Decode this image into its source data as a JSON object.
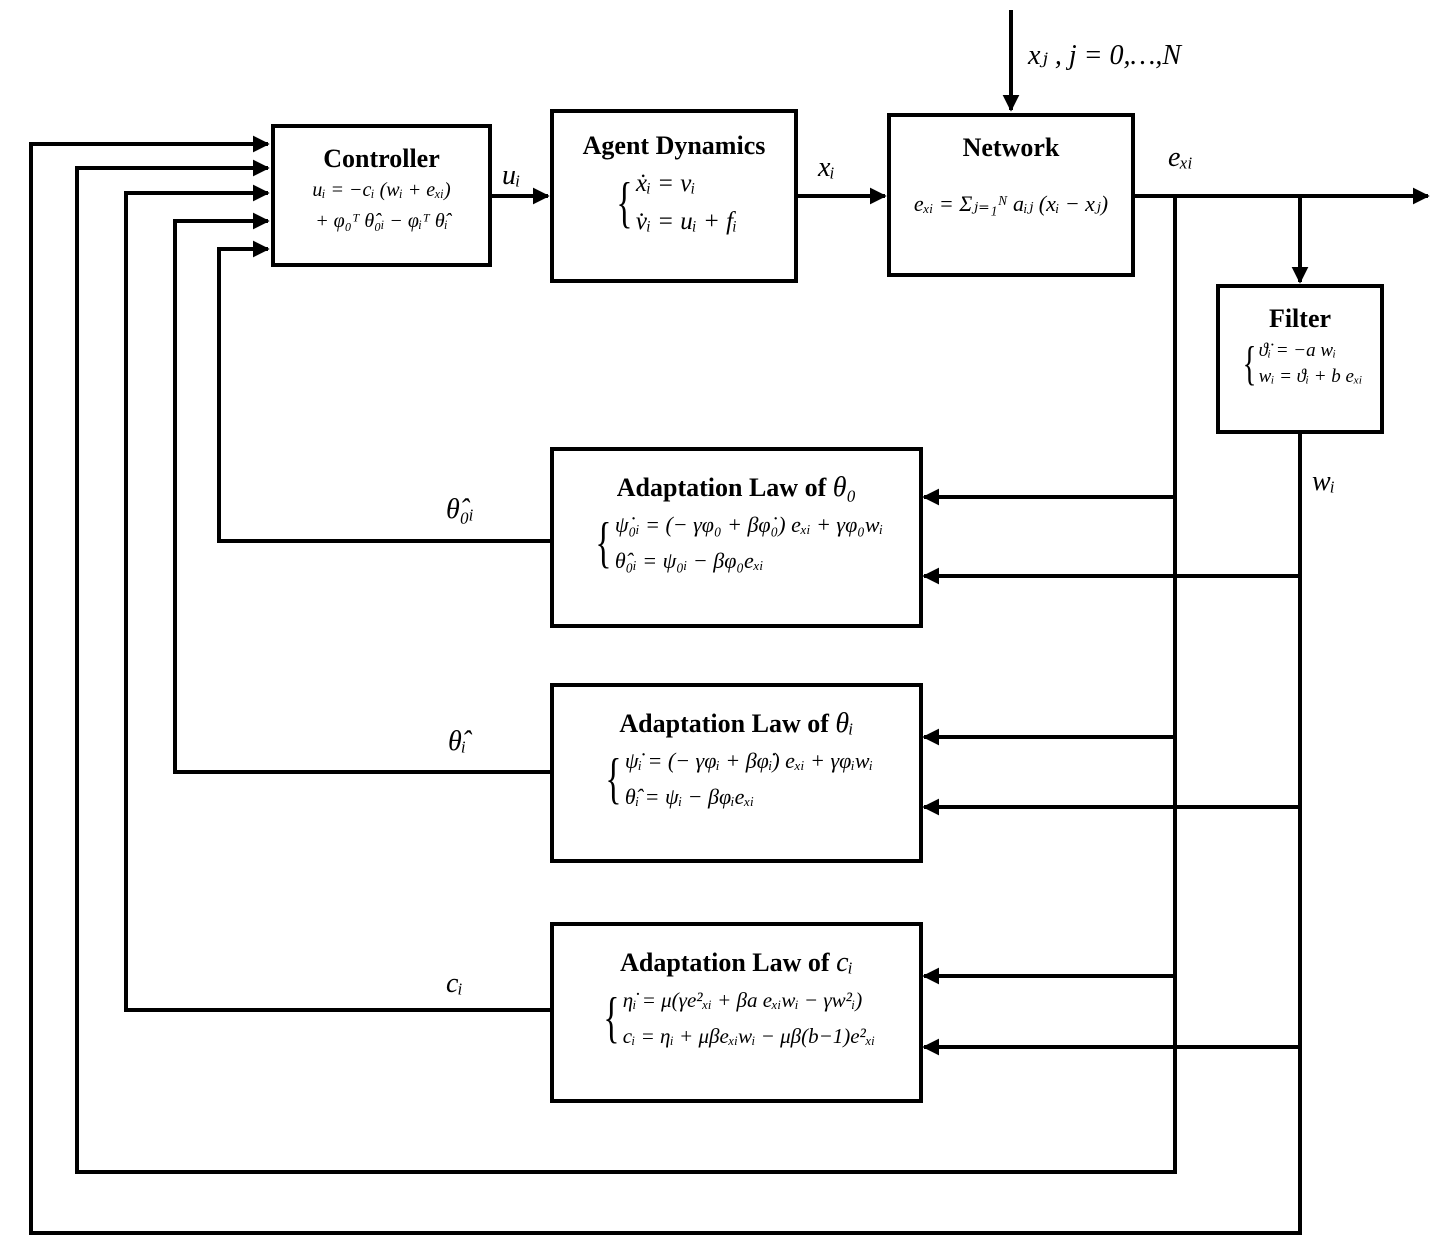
{
  "blocks": {
    "controller": {
      "title": "Controller",
      "equations": [
        "uᵢ = −cᵢ (wᵢ + eₓᵢ)",
        "+ φ₀ᵀ θ̂₀ᵢ − φᵢᵀ θ̂ᵢ"
      ]
    },
    "agent_dynamics": {
      "title": "Agent Dynamics",
      "equations": [
        "ẋᵢ = vᵢ",
        "v̇ᵢ = uᵢ + fᵢ"
      ]
    },
    "network": {
      "title": "Network",
      "equation": "eₓᵢ = Σⱼ₌₁ᴺ aᵢⱼ (xᵢ − xⱼ)"
    },
    "filter": {
      "title": "Filter",
      "equations": [
        "ϑ̇ᵢ = −a wᵢ",
        "wᵢ = ϑᵢ + b eₓᵢ"
      ]
    },
    "adapt_theta0": {
      "title": "Adaptation Law of",
      "symbol": "θ₀",
      "equations": [
        "ψ̇₀ᵢ = (− γφ₀ + βφ̇₀) eₓᵢ + γφ₀wᵢ",
        "θ̂₀ᵢ = ψ₀ᵢ − βφ₀eₓᵢ"
      ]
    },
    "adapt_thetai": {
      "title": "Adaptation Law of",
      "symbol": "θᵢ",
      "equations": [
        "ψ̇ᵢ = (− γφᵢ + βφ̇ᵢ) eₓᵢ + γφᵢwᵢ",
        "θ̂ᵢ = ψᵢ − βφᵢeₓᵢ"
      ]
    },
    "adapt_ci": {
      "title": "Adaptation Law of",
      "symbol": "cᵢ",
      "equations": [
        "η̇ᵢ = μ(γe²ₓᵢ + βa eₓᵢwᵢ − γw²ᵢ)",
        "cᵢ = ηᵢ + μβeₓᵢwᵢ − μβ(b−1)e²ₓᵢ"
      ]
    }
  },
  "signals": {
    "external_input": "xⱼ , j = 0,…,N",
    "u": "uᵢ",
    "x": "xᵢ",
    "e": "eₓᵢ",
    "w": "wᵢ",
    "theta0_hat": "θ̂₀ᵢ",
    "thetai_hat": "θ̂ᵢ",
    "c": "cᵢ"
  }
}
